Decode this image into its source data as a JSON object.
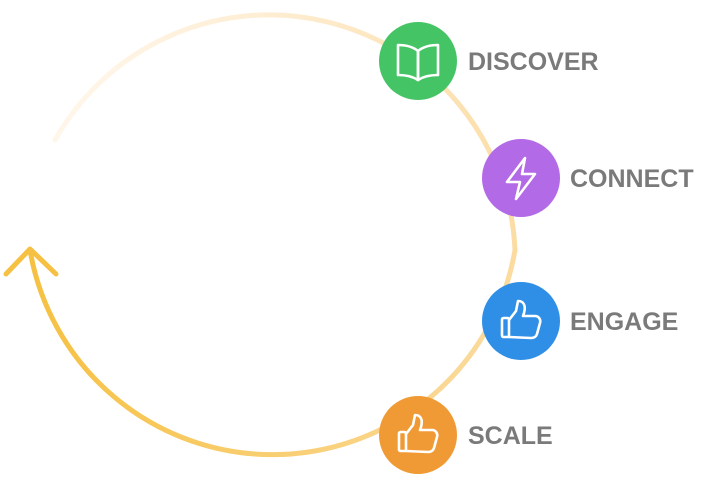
{
  "diagram": {
    "type": "cycle",
    "steps": [
      {
        "label": "DISCOVER",
        "icon": "book-open-icon",
        "color": "#45c466"
      },
      {
        "label": "CONNECT",
        "icon": "lightning-bolt-icon",
        "color": "#b26ae6"
      },
      {
        "label": "ENGAGE",
        "icon": "thumbs-up-icon",
        "color": "#2f8fe6"
      },
      {
        "label": "SCALE",
        "icon": "thumbs-up-icon",
        "color": "#f09a35"
      }
    ],
    "arc_colors": {
      "light": "#fff4e5",
      "mid": "#fbdba0",
      "strong": "#f6c142"
    }
  }
}
